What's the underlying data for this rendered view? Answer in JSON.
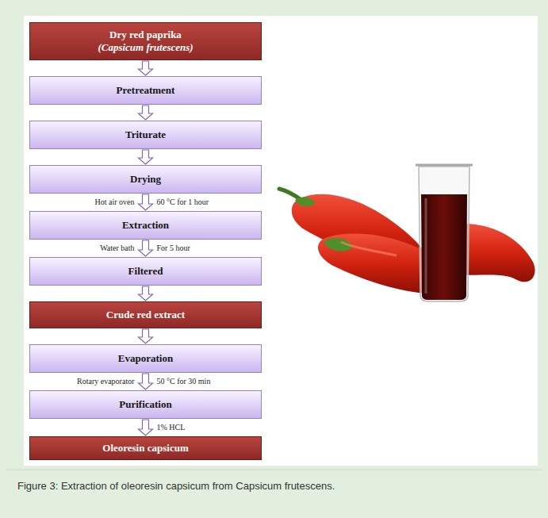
{
  "diagram": {
    "caption": "Figure 3: Extraction of oleoresin capsicum from Capsicum frutescens.",
    "nodes": [
      {
        "text": [
          "Dry red paprika",
          "(Capsicum frutescens)"
        ]
      },
      {
        "text": [
          "Pretreatment"
        ]
      },
      {
        "text": [
          "Triturate"
        ]
      },
      {
        "text": [
          "Drying"
        ]
      },
      {
        "text": [
          "Extraction"
        ]
      },
      {
        "text": [
          "Filtered"
        ]
      },
      {
        "text": [
          "Crude red extract"
        ]
      },
      {
        "text": [
          "Evaporation"
        ]
      },
      {
        "text": [
          "Purification"
        ]
      },
      {
        "text": [
          "Oleoresin capsicum"
        ]
      }
    ],
    "edges": [
      {
        "from": 0,
        "to": 1,
        "arrow": "to"
      },
      {
        "from": 1,
        "to": 2,
        "arrow": "to"
      },
      {
        "from": 2,
        "to": 3,
        "arrow": "to"
      },
      {
        "from": 3,
        "to": 4,
        "arrow": "to",
        "label": "Hot air oven"
      },
      {
        "from": 4,
        "to": 5,
        "arrow": "to",
        "label": "Water bath"
      },
      {
        "from": 5,
        "to": 6,
        "arrow": "to"
      },
      {
        "from": 6,
        "to": 7,
        "arrow": "to"
      },
      {
        "from": 7,
        "to": 8,
        "arrow": "to",
        "label": "Rotary evaporator"
      },
      {
        "from": 8,
        "to": 9,
        "arrow": "to",
        "label": "1% HCL"
      }
    ],
    "labels": [
      "60 °C for 1 hour",
      "For 5 hour",
      "50 °C for 30 min"
    ]
  }
}
